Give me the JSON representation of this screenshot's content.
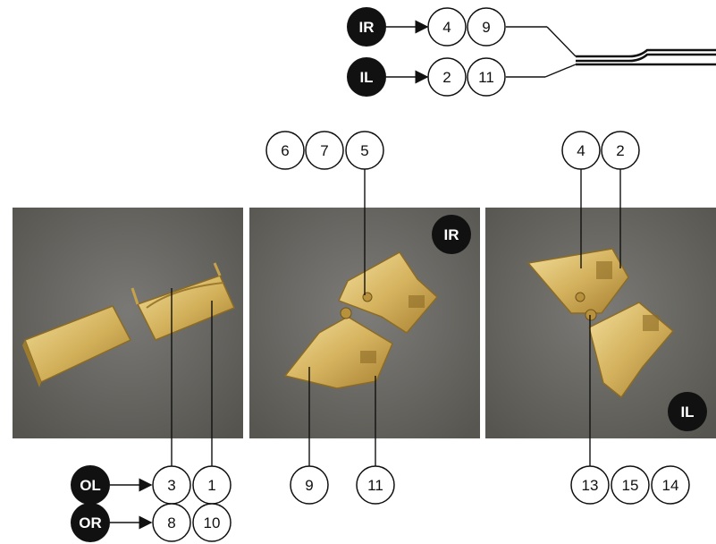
{
  "badges": {
    "ir_top": "IR",
    "il_top": "IL",
    "ir_photo": "IR",
    "il_photo": "IL",
    "ol": "OL",
    "or": "OR"
  },
  "parts": {
    "ir_4": "4",
    "ir_9": "9",
    "il_2": "2",
    "il_11": "11",
    "p6": "6",
    "p7": "7",
    "p5": "5",
    "p4": "4",
    "p2": "2",
    "ol_3": "3",
    "ol_1": "1",
    "or_8": "8",
    "or_10": "10",
    "p9": "9",
    "p11": "11",
    "p13": "13",
    "p15": "15",
    "p14": "14"
  },
  "colors": {
    "badge": "#111111",
    "brass": "#c9a94f",
    "felt": "#6b6a66"
  }
}
